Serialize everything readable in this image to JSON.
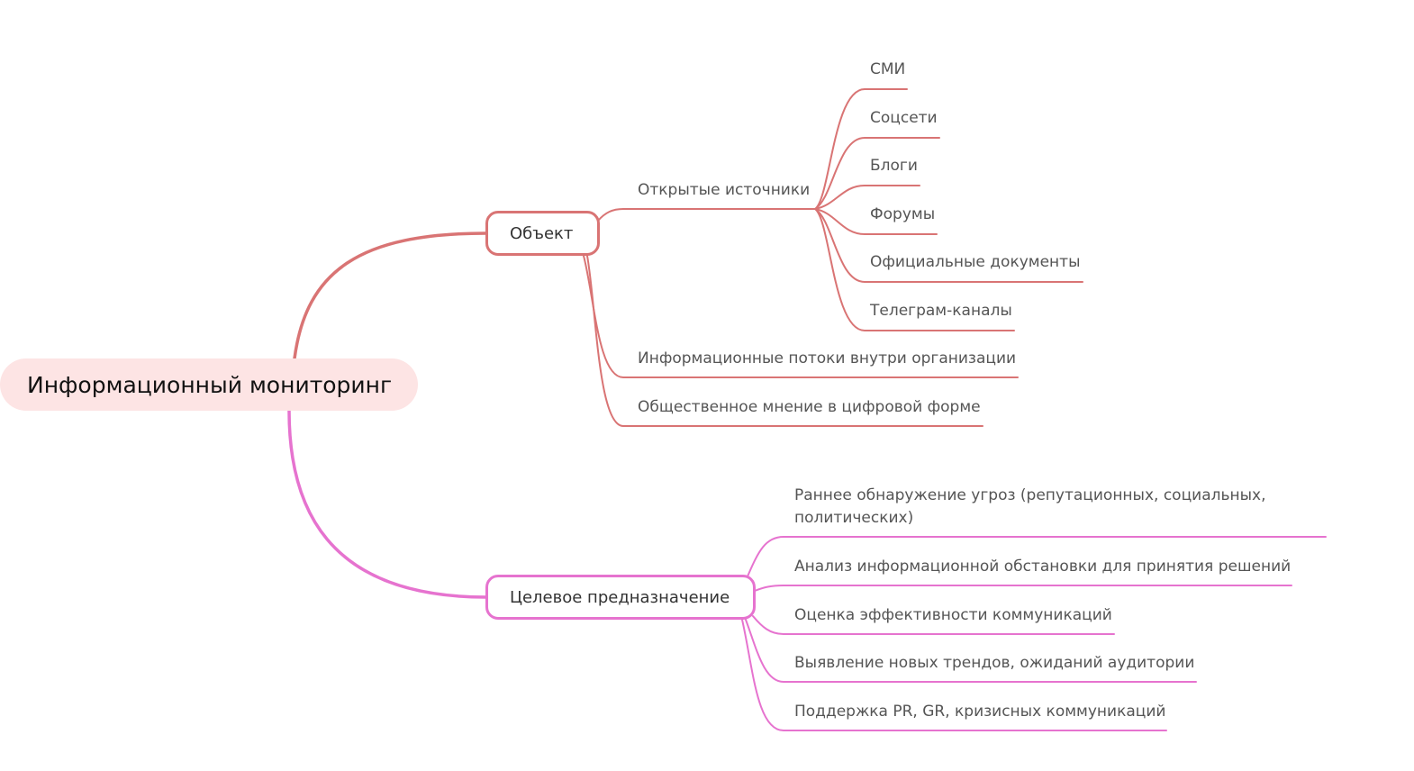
{
  "root": {
    "label": "Информационный мониторинг"
  },
  "branches": [
    {
      "id": "object",
      "label": "Объект",
      "color": "#d97474",
      "children": [
        {
          "label": "Открытые источники",
          "children": [
            "СМИ",
            "Соцсети",
            "Блоги",
            "Форумы",
            "Официальные документы",
            "Телеграм-каналы"
          ]
        },
        {
          "label": "Информационные потоки внутри организации"
        },
        {
          "label": "Общественное мнение в цифровой форме"
        }
      ]
    },
    {
      "id": "purpose",
      "label": "Целевое предназначение",
      "color": "#e673cf",
      "children": [
        {
          "label": "Раннее обнаружение угроз (репутационных, социальных, политических)",
          "lines": [
            "Раннее обнаружение угроз (репутационных, социальных,",
            "политических)"
          ]
        },
        {
          "label": "Анализ информационной обстановки для принятия решений"
        },
        {
          "label": "Оценка эффективности коммуникаций"
        },
        {
          "label": "Выявление новых трендов, ожиданий аудитории"
        },
        {
          "label": "Поддержка PR, GR, кризисных коммуникаций"
        }
      ]
    }
  ]
}
